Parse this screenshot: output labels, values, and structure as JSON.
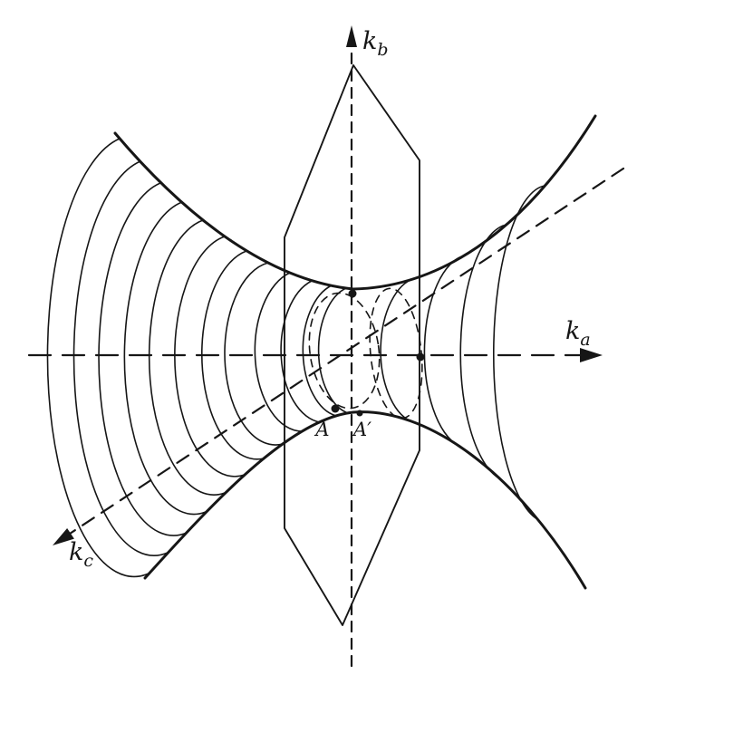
{
  "figure": {
    "colors": {
      "ink": "#161616",
      "background": "#ffffff"
    },
    "labels": {
      "axis_b": {
        "base": "k",
        "sub": "b"
      },
      "axis_a": {
        "base": "k",
        "sub": "a"
      },
      "axis_c": {
        "base": "k",
        "sub": "c"
      },
      "point_A": "A",
      "point_A_prime": "A′"
    }
  }
}
